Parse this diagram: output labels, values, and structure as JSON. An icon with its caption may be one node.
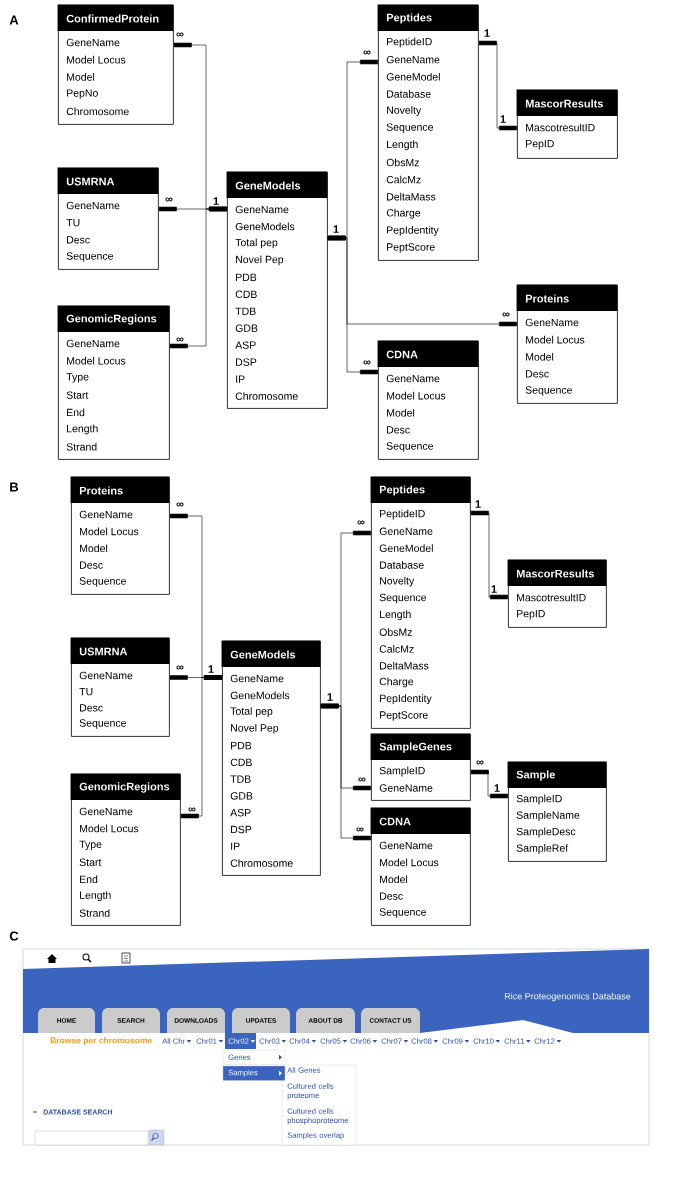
{
  "diagram": {
    "nodes": [
      {
        "text": [
          "ConfirmedProtein",
          "GeneName",
          "Model Locus",
          "Model",
          "PepNo",
          "Chromosome"
        ]
      },
      {
        "text": [
          "USMRNA",
          "GeneName",
          "TU",
          "Desc",
          "Sequence"
        ]
      },
      {
        "text": [
          "GenomicRegions",
          "GeneName",
          "Model Locus",
          "Type",
          "Start",
          "End",
          "Length",
          "Strand"
        ]
      },
      {
        "text": [
          "GeneModels",
          "GeneName",
          "GeneModels",
          "Total pep",
          "Novel Pep",
          "PDB",
          "CDB",
          "TDB",
          "GDB",
          "ASP",
          "DSP",
          "IP",
          "Chromosome"
        ]
      },
      {
        "text": [
          "Peptides",
          "PeptideID",
          "GeneName",
          "GeneModel",
          "Database",
          "Novelty",
          "Sequence",
          "Length",
          "ObsMz",
          "CalcMz",
          "DeltaMass",
          "Charge",
          "PepIdentity",
          "PeptScore"
        ]
      },
      {
        "text": [
          "MascorResults",
          "MascotresultID",
          "PepID"
        ]
      },
      {
        "text": [
          "Proteins",
          "GeneName",
          "Model Locus",
          "Model",
          "Desc",
          "Sequence"
        ]
      },
      {
        "text": [
          "CDNA",
          "GeneName",
          "Model Locus",
          "Model",
          "Desc",
          "Sequence"
        ]
      },
      {
        "text": [
          "Proteins",
          "GeneName",
          "Model Locus",
          "Model",
          "Desc",
          "Sequence"
        ]
      },
      {
        "text": [
          "USMRNA",
          "GeneName",
          "TU",
          "Desc",
          "Sequence"
        ]
      },
      {
        "text": [
          "GenomicRegions",
          "GeneName",
          "Model Locus",
          "Type",
          "Start",
          "End",
          "Length",
          "Strand"
        ]
      },
      {
        "text": [
          "GeneModels",
          "GeneName",
          "GeneModels",
          "Total pep",
          "Novel Pep",
          "PDB",
          "CDB",
          "TDB",
          "GDB",
          "ASP",
          "DSP",
          "IP",
          "Chromosome"
        ]
      },
      {
        "text": [
          "Peptides",
          "PeptideID",
          "GeneName",
          "GeneModel",
          "Database",
          "Novelty",
          "Sequence",
          "Length",
          "ObsMz",
          "CalcMz",
          "DeltaMass",
          "Charge",
          "PepIdentity",
          "PeptScore"
        ]
      },
      {
        "text": [
          "MascorResults",
          "MascotresultID",
          "PepID"
        ]
      },
      {
        "text": [
          "SampleGenes",
          "SampleID",
          "GeneName"
        ]
      },
      {
        "text": [
          "Sample",
          "SampleID",
          "SampleName",
          "SampleDesc",
          "SampleRef"
        ]
      },
      {
        "text": [
          "CDNA",
          "GeneName",
          "Model Locus",
          "Model",
          "Desc",
          "Sequence"
        ]
      }
    ],
    "edges": [
      {
        "from": 0,
        "to": 3,
        "arrow": "other"
      },
      {
        "from": 1,
        "to": 3,
        "arrow": "other"
      },
      {
        "from": 2,
        "to": 3,
        "arrow": "other"
      },
      {
        "from": 3,
        "to": 4,
        "arrow": "other"
      },
      {
        "from": 3,
        "to": 6,
        "arrow": "other"
      },
      {
        "from": 3,
        "to": 7,
        "arrow": "other"
      },
      {
        "from": 4,
        "to": 5,
        "arrow": "other"
      },
      {
        "from": 8,
        "to": 11,
        "arrow": "other"
      },
      {
        "from": 9,
        "to": 11,
        "arrow": "other"
      },
      {
        "from": 10,
        "to": 11,
        "arrow": "other"
      },
      {
        "from": 11,
        "to": 12,
        "arrow": "other"
      },
      {
        "from": 11,
        "to": 14,
        "arrow": "other"
      },
      {
        "from": 11,
        "to": 16,
        "arrow": "other"
      },
      {
        "from": 12,
        "to": 13,
        "arrow": "other"
      },
      {
        "from": 14,
        "to": 15,
        "arrow": "other"
      }
    ],
    "labels": [
      "A",
      "∞",
      "1",
      "∞",
      "1",
      "∞",
      "1",
      "1",
      "∞",
      "∞",
      "∞",
      "B",
      "∞",
      "1",
      "∞",
      "1",
      "∞",
      "1",
      "1",
      "∞",
      "∞",
      "1",
      "∞",
      "∞",
      "C",
      "Rice Proteogenomics Database",
      "HOME",
      "SEARCH",
      "DOWNLOADS",
      "UPDATES",
      "ABOUT DB",
      "CONTACT US",
      "Browse per chromosome",
      "All Chr",
      "Chr01",
      "Chr02",
      "Chr03",
      "Chr04",
      "Chr05",
      "Chr06",
      "Chr07",
      "Chr08",
      "Chr09",
      "Chr10",
      "Chr11",
      "Chr12",
      "Genes",
      "Samples",
      "All Genes",
      "Cultured cells proteome",
      "Cultured cells phosphoproteome",
      "Samples overlap",
      "DATABASE SEARCH"
    ]
  }
}
